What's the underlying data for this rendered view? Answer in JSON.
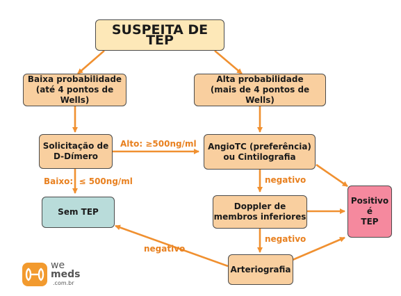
{
  "colors": {
    "arrow": "#f09030",
    "label": "#e8801f",
    "box_fill": "#f9cf9f",
    "title_fill": "#fde8b8",
    "neg_fill": "#b9dcda",
    "pos_fill": "#f5899e"
  },
  "nodes": {
    "start": "SUSPEITA DE TEP",
    "low_prob": {
      "line1": "Baixa probabilidade",
      "line2": "(até 4 pontos de Wells)"
    },
    "high_prob": {
      "line1": "Alta probabilidade",
      "line2": "(mais de 4 pontos de Wells)"
    },
    "d_dimer": {
      "line1": "Solicitação de",
      "line2": "D-Dímero"
    },
    "angio": {
      "line1": "AngioTC (preferência)",
      "line2": "ou Cintilografia"
    },
    "no_pe": "Sem TEP",
    "doppler": {
      "line1": "Doppler de",
      "line2": "membros inferiores"
    },
    "positive": {
      "line1": "Positivo",
      "line2": "é",
      "line3": "TEP"
    },
    "arterio": "Arteriografia"
  },
  "edge_labels": {
    "high_d_dimer": "Alto: ≥500ng/ml",
    "low_d_dimer": "Baixo:  ≤ 500ng/ml",
    "angio_neg": "negativo",
    "doppler_neg": "negativo",
    "arterio_neg": "negativo"
  },
  "logo": {
    "icon": "wemeds-logo-icon",
    "word1": "we",
    "word2": "meds",
    "domain": ".com.br"
  }
}
